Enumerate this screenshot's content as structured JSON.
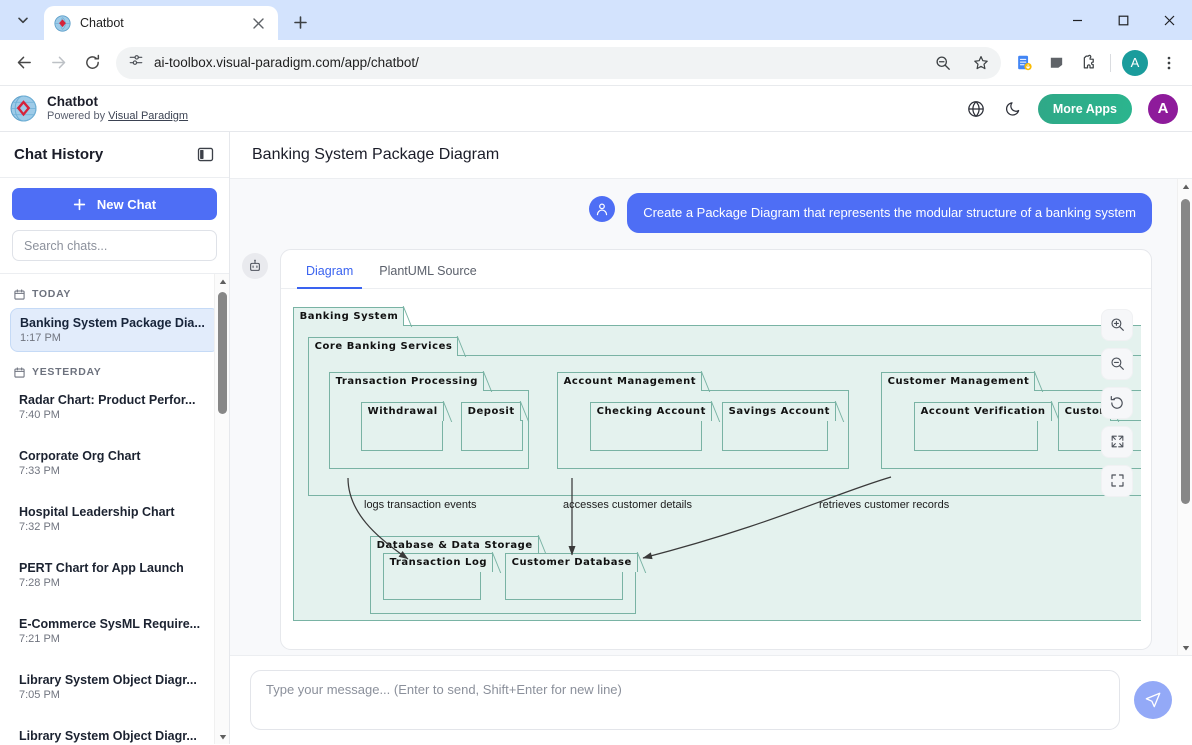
{
  "browser": {
    "tab": {
      "title": "Chatbot",
      "favicon": "visual-paradigm-icon",
      "close_icon": "close-icon"
    },
    "tab_search_icon": "chevron-down-icon",
    "new_tab_icon": "plus-icon",
    "window": {
      "minimize": "minimize-icon",
      "maximize": "maximize-icon",
      "close": "close-icon"
    },
    "nav": {
      "back": "back-arrow-icon",
      "forward": "forward-arrow-icon",
      "reload": "reload-icon"
    },
    "omnibox": {
      "site_info_icon": "site-settings-icon",
      "url": "ai-toolbox.visual-paradigm.com/app/chatbot/",
      "zoom_icon": "zoom-out-icon",
      "bookmark_icon": "star-icon"
    },
    "extensions": [
      "reading-list-icon",
      "cast-icon",
      "puzzle-extensions-icon"
    ],
    "profile_initial": "A",
    "menu_icon": "three-dot-menu-icon"
  },
  "app_header": {
    "logo": "visual-paradigm-logo",
    "name": "Chatbot",
    "powered_prefix": "Powered by ",
    "powered_link": "Visual Paradigm",
    "language_icon": "globe-icon",
    "theme_icon": "moon-icon",
    "more_apps_label": "More Apps",
    "avatar_initial": "A"
  },
  "sidebar": {
    "title": "Chat History",
    "panel_toggle_icon": "panel-collapse-icon",
    "new_chat": {
      "label": "New Chat",
      "icon": "plus-icon"
    },
    "search": {
      "placeholder": "Search chats...",
      "value": ""
    },
    "groups": [
      {
        "label": "TODAY",
        "icon": "calendar-icon",
        "items": [
          {
            "title": "Banking System Package Dia...",
            "time": "1:17 PM",
            "active": true
          }
        ]
      },
      {
        "label": "YESTERDAY",
        "icon": "calendar-icon",
        "items": [
          {
            "title": "Radar Chart: Product Perfor...",
            "time": "7:40 PM",
            "active": false
          },
          {
            "title": "Corporate Org Chart",
            "time": "7:33 PM",
            "active": false
          },
          {
            "title": "Hospital Leadership Chart",
            "time": "7:32 PM",
            "active": false
          },
          {
            "title": "PERT Chart for App Launch",
            "time": "7:28 PM",
            "active": false
          },
          {
            "title": "E-Commerce SysML Require...",
            "time": "7:21 PM",
            "active": false
          },
          {
            "title": "Library System Object Diagr...",
            "time": "7:05 PM",
            "active": false
          },
          {
            "title": "Library System Object Diagr...",
            "time": "",
            "active": false
          }
        ]
      }
    ]
  },
  "main": {
    "title": "Banking System Package Diagram",
    "user_message": "Create a Package Diagram that represents the modular structure of a banking system",
    "user_avatar_icon": "user-icon",
    "bot_avatar_icon": "robot-icon",
    "tabs": [
      {
        "label": "Diagram",
        "active": true
      },
      {
        "label": "PlantUML Source",
        "active": false
      }
    ],
    "zoom_controls": [
      {
        "name": "zoom-in-icon",
        "label": "Zoom In"
      },
      {
        "name": "zoom-out-icon",
        "label": "Zoom Out"
      },
      {
        "name": "reset-zoom-icon",
        "label": "Reset"
      },
      {
        "name": "fit-screen-icon",
        "label": "Fit to Screen"
      },
      {
        "name": "fullscreen-icon",
        "label": "Fullscreen"
      }
    ]
  },
  "composer": {
    "placeholder": "Type your message... (Enter to send, Shift+Enter for new line)",
    "value": "",
    "send_icon": "send-icon"
  },
  "diagram": {
    "type": "package-diagram",
    "packages": {
      "banking_system": "Banking System",
      "core_banking_services": "Core Banking Services",
      "transaction_processing": "Transaction Processing",
      "withdrawal": "Withdrawal",
      "deposit": "Deposit",
      "account_management": "Account Management",
      "checking_account": "Checking Account",
      "savings_account": "Savings Account",
      "customer_management": "Customer Management",
      "account_verification": "Account Verification",
      "customer_clipped": "Custor",
      "database_data_storage": "Database & Data Storage",
      "transaction_log": "Transaction Log",
      "customer_database": "Customer Database"
    },
    "edge_labels": {
      "logs": "logs transaction events",
      "accesses": "accesses customer details",
      "retrieves": "retrieves customer records"
    },
    "colors": {
      "fill": "#e4f2ee",
      "stroke": "#79b3a4",
      "text": "#111111"
    }
  },
  "theme": {
    "accent_blue": "#4e6ef5",
    "accent_green": "#2bb58e",
    "avatar_purple": "#8e1b9b",
    "browser_chrome": "#d3e3fd"
  }
}
